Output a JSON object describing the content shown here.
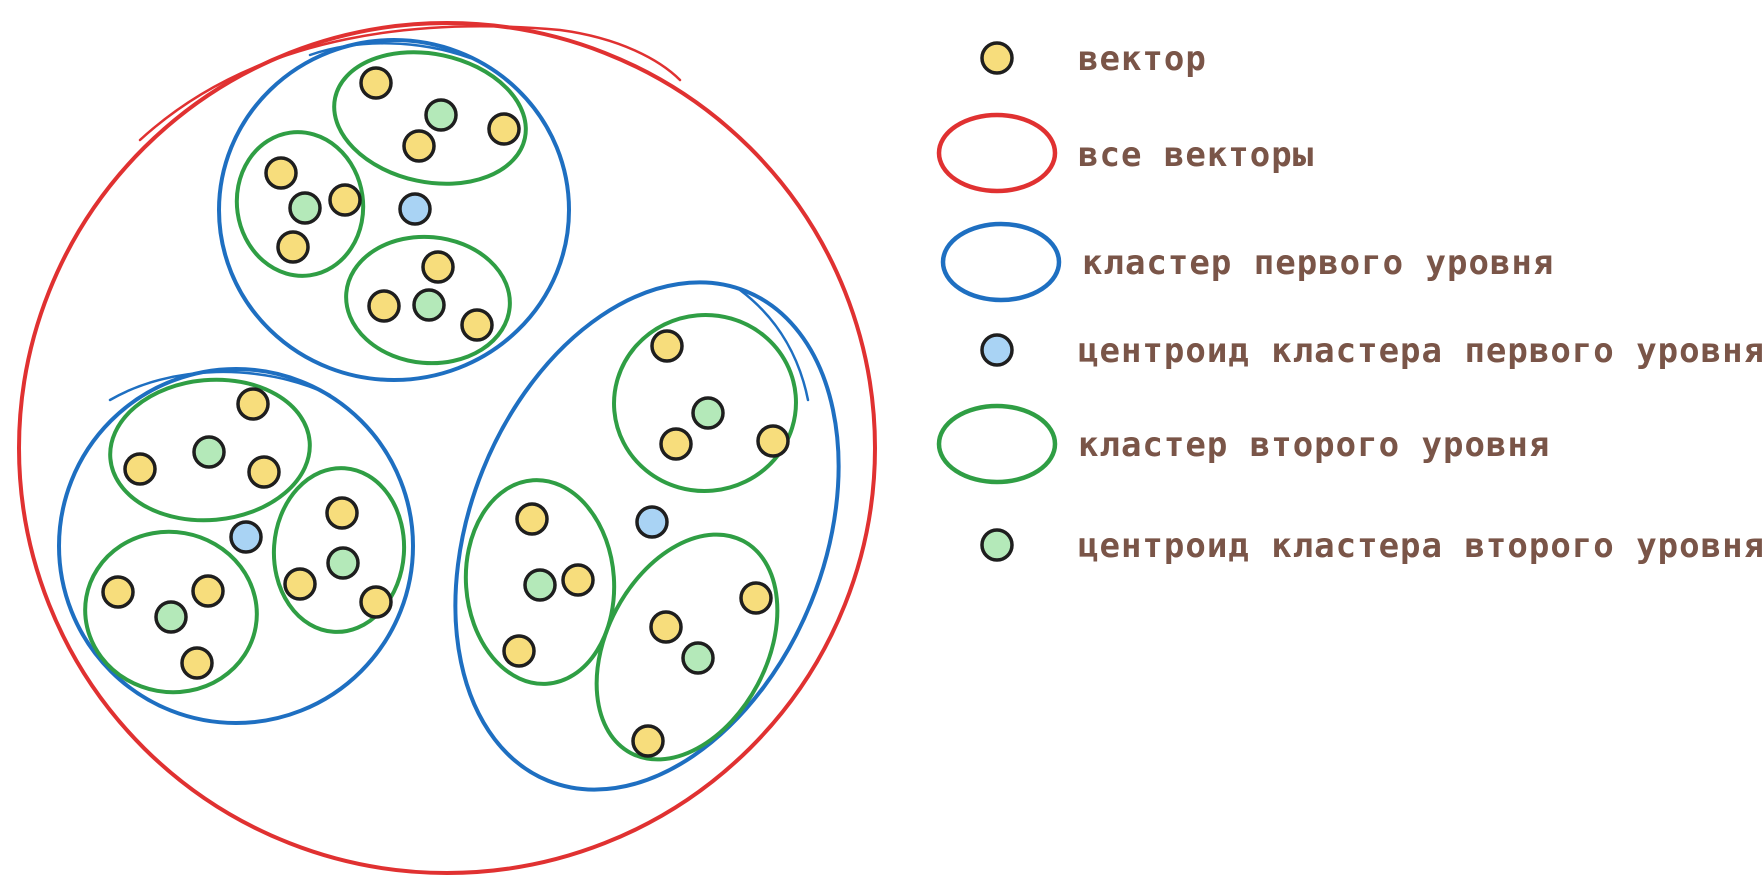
{
  "colors": {
    "vector": "#f7dd7c",
    "level1_centroid": "#a9d3f4",
    "level2_centroid": "#b4e9b9",
    "all_vectors": "#e03131",
    "level1_cluster": "#1e6fc1",
    "level2_cluster": "#2f9e44",
    "label_text": "#7a5548",
    "dot_outline": "#1e1e1e"
  },
  "legend": {
    "vector": "вектор",
    "all_vectors": "все векторы",
    "level1_cluster": "кластер первого уровня",
    "level1_centroid": "центроид кластера первого уровня",
    "level2_cluster": "кластер второго уровня",
    "level2_centroid": "центроид кластера второго уровня"
  }
}
